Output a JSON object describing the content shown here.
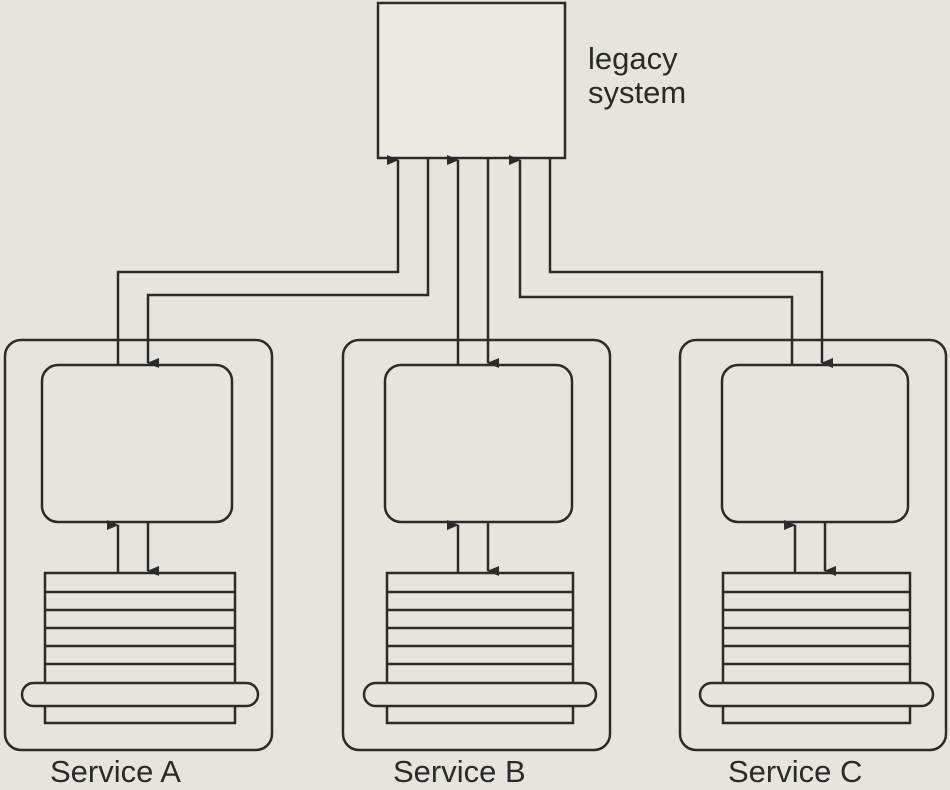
{
  "legacy": {
    "label_line1": "legacy",
    "label_line2": "system"
  },
  "services": [
    {
      "label": "Service A"
    },
    {
      "label": "Service B"
    },
    {
      "label": "Service C"
    }
  ],
  "colors": {
    "line": "#2b2b2b",
    "background": "#e6e4de",
    "box_fill": "#ebe9e4"
  }
}
